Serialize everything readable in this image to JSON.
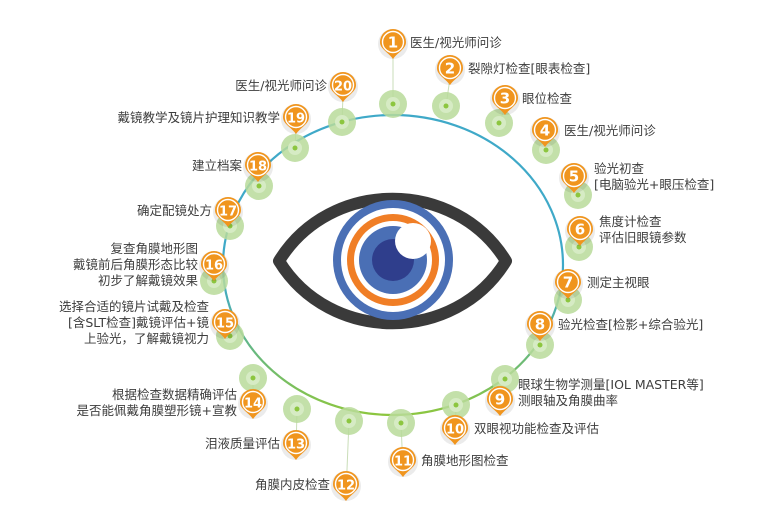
{
  "steps": [
    {
      "num": "1",
      "lines": [
        "医生/视光师问诊"
      ]
    },
    {
      "num": "2",
      "lines": [
        "裂隙灯检查[眼表检查]"
      ]
    },
    {
      "num": "3",
      "lines": [
        "眼位检查"
      ]
    },
    {
      "num": "4",
      "lines": [
        "医生/视光师问诊"
      ]
    },
    {
      "num": "5",
      "lines": [
        "验光初查",
        "[电脑验光+眼压检查]"
      ]
    },
    {
      "num": "6",
      "lines": [
        "焦度计检查",
        "评估旧眼镜参数"
      ]
    },
    {
      "num": "7",
      "lines": [
        "测定主视眼"
      ]
    },
    {
      "num": "8",
      "lines": [
        "验光检查[检影+综合验光]"
      ]
    },
    {
      "num": "9",
      "lines": [
        "眼球生物学测量[IOL MASTER等]",
        "测眼轴及角膜曲率"
      ]
    },
    {
      "num": "10",
      "lines": [
        "双眼视功能检查及评估"
      ]
    },
    {
      "num": "11",
      "lines": [
        "角膜地形图检查"
      ]
    },
    {
      "num": "12",
      "lines": [
        "角膜内皮检查"
      ]
    },
    {
      "num": "13",
      "lines": [
        "泪液质量评估"
      ]
    },
    {
      "num": "14",
      "lines": [
        "根据检查数据精确评估",
        "是否能佩戴角膜塑形镜+宣教"
      ]
    },
    {
      "num": "15",
      "lines": [
        "选择合适的镜片试戴及检查",
        "[含SLT检查]戴镜评估+镜",
        "上验光，了解戴镜视力"
      ]
    },
    {
      "num": "16",
      "lines": [
        "复查角膜地形图",
        "戴镜前后角膜形态比较",
        "初步了解戴镜效果"
      ]
    },
    {
      "num": "17",
      "lines": [
        "确定配镜处方"
      ]
    },
    {
      "num": "18",
      "lines": [
        "建立档案"
      ]
    },
    {
      "num": "19",
      "lines": [
        "戴镜教学及镜片护理知识教学"
      ]
    },
    {
      "num": "20",
      "lines": [
        "医生/视光师问诊"
      ]
    }
  ],
  "colors": {
    "pin": "#F0951E",
    "pin_dark": "#E07A10",
    "ring": "#3FA9C8",
    "ring_green": "#8CC63F",
    "node_fill": "#B9DB9A",
    "node_inner": "#8CC63F",
    "text": "#3d3d3d",
    "eye_blue": "#4A6FB5",
    "eye_navy": "#2F3E8C",
    "eye_orange": "#F07E26",
    "eye_outline": "#3A3A3A"
  }
}
